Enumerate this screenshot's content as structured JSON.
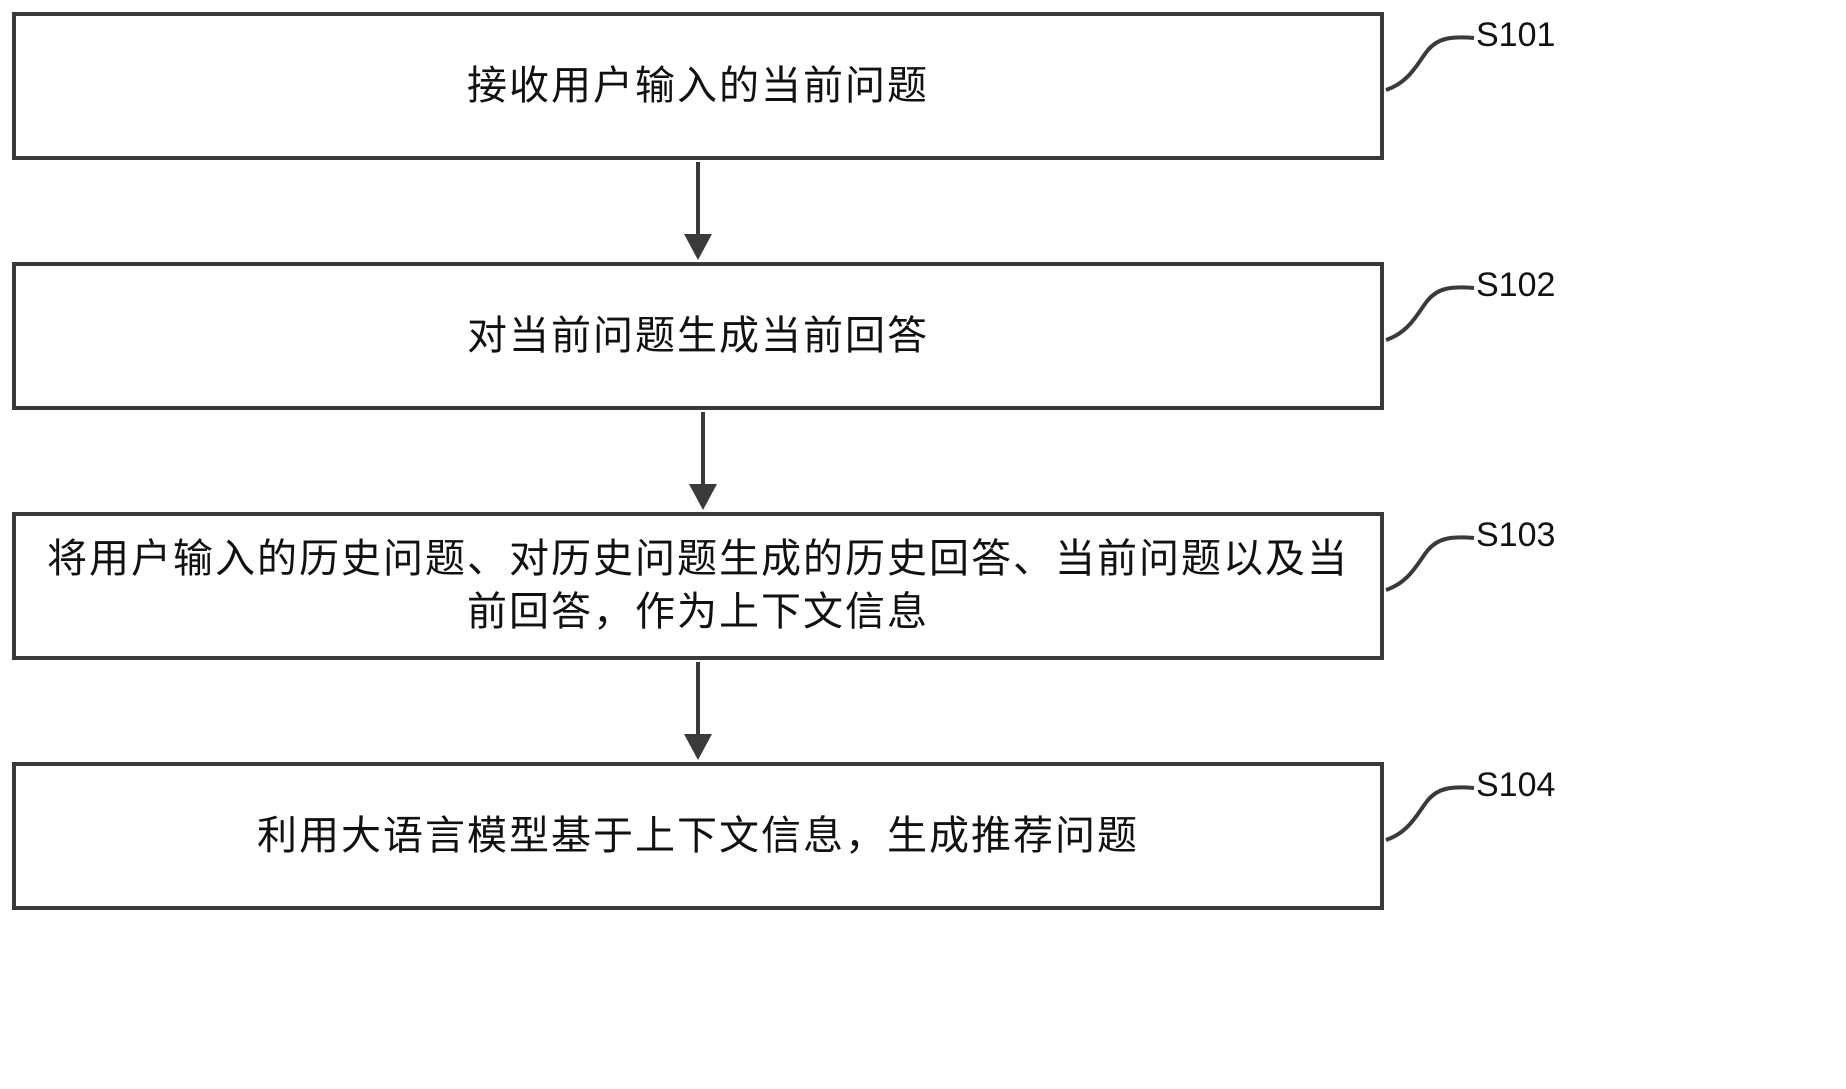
{
  "diagram": {
    "type": "flowchart",
    "steps": [
      {
        "id": "S101",
        "label": "S101",
        "text": "接收用户输入的当前问题"
      },
      {
        "id": "S102",
        "label": "S102",
        "text": "对当前问题生成当前回答"
      },
      {
        "id": "S103",
        "label": "S103",
        "text": "将用户输入的历史问题、对历史问题生成的历史回答、当前问题以及当前回答，作为上下文信息"
      },
      {
        "id": "S104",
        "label": "S104",
        "text": "利用大语言模型基于上下文信息，生成推荐问题"
      }
    ],
    "connections": [
      {
        "from": "S101",
        "to": "S102"
      },
      {
        "from": "S102",
        "to": "S103"
      },
      {
        "from": "S103",
        "to": "S104"
      }
    ],
    "colors": {
      "line": "#3a3a3a",
      "text": "#111111",
      "background": "#ffffff"
    }
  }
}
